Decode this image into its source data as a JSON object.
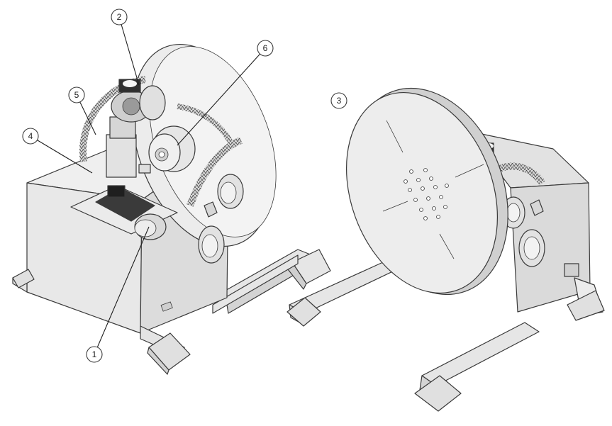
{
  "callouts": [
    {
      "id": "c1",
      "label": "1"
    },
    {
      "id": "c2",
      "label": "2"
    },
    {
      "id": "c3",
      "label": "3"
    },
    {
      "id": "c4",
      "label": "4"
    },
    {
      "id": "c5",
      "label": "5"
    },
    {
      "id": "c6",
      "label": "6"
    }
  ],
  "colors": {
    "body": "#e9e9e9",
    "face_light": "#f2f2f2",
    "face_dark": "#cfcfcf",
    "line": "#3a3a3a"
  }
}
